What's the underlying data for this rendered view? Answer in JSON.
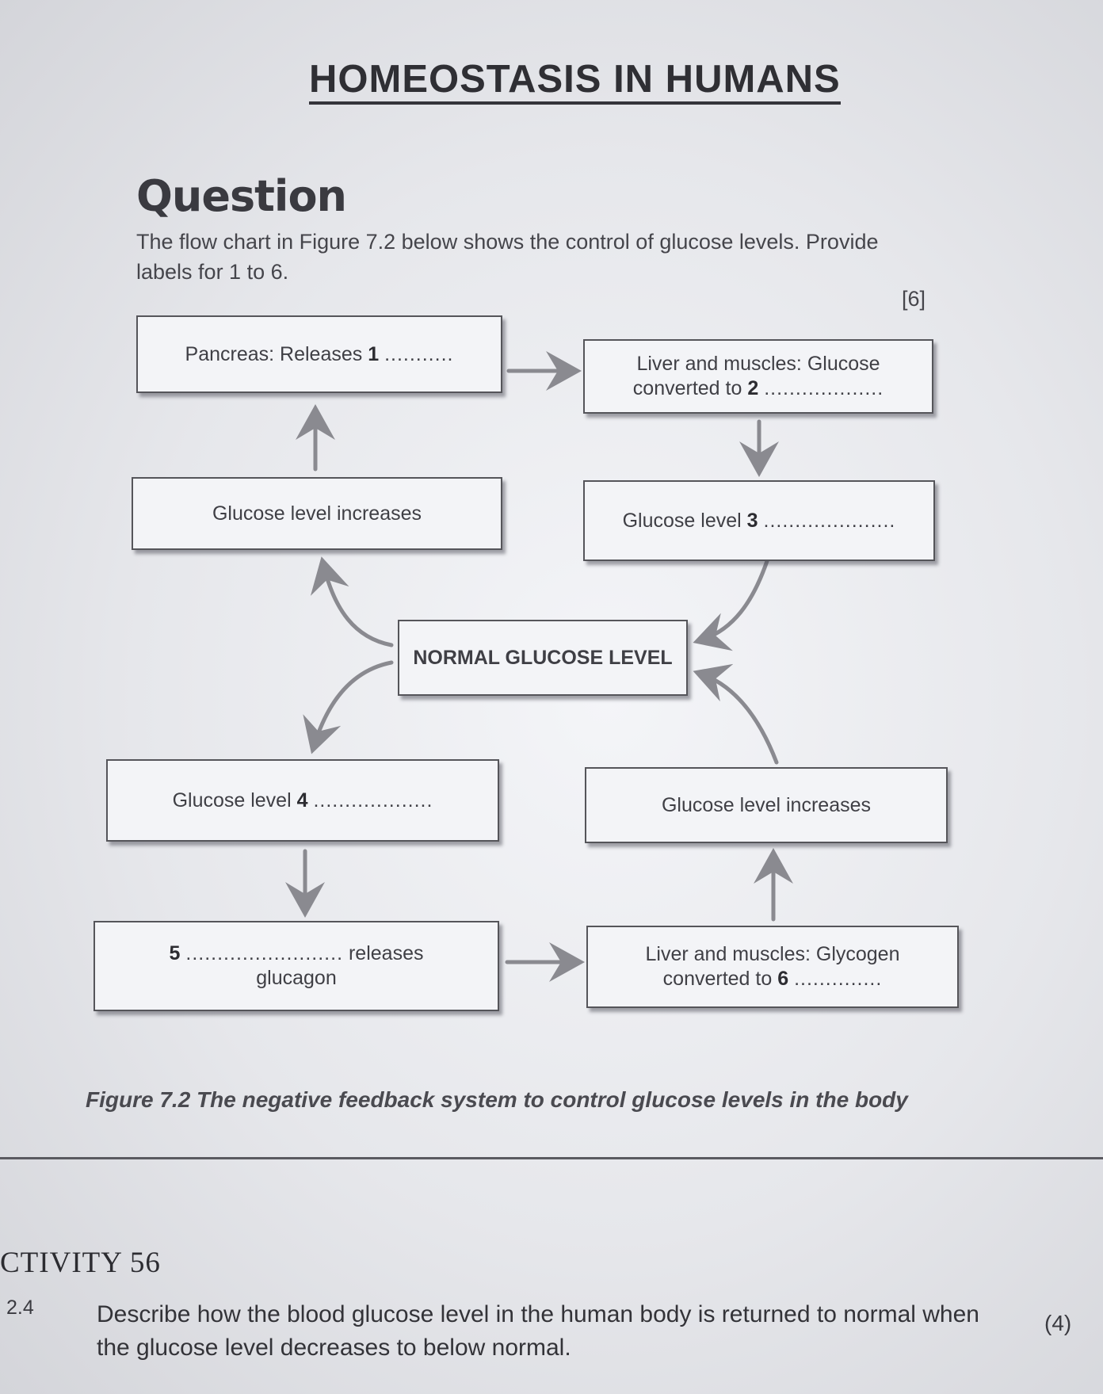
{
  "page": {
    "title": "HOMEOSTASIS IN HUMANS",
    "question_heading": "Question",
    "intro": "The flow chart in Figure 7.2 below shows the control of glucose levels. Provide labels for 1 to 6.",
    "marks": "[6]"
  },
  "flowchart": {
    "pancreas": {
      "text": "Pancreas: Releases",
      "num": "1",
      "blank": "..........."
    },
    "liver_top": {
      "line1": "Liver and muscles: Glucose",
      "text": "converted to",
      "num": "2",
      "blank": "..................."
    },
    "increase_left": "Glucose level increases",
    "level3": {
      "text": "Glucose level",
      "num": "3",
      "blank": "....................."
    },
    "normal": "NORMAL GLUCOSE LEVEL",
    "level4": {
      "text": "Glucose level",
      "num": "4",
      "blank": "..................."
    },
    "increase_right": "Glucose level increases",
    "box5": {
      "num": "5",
      "blank": ".........................",
      "text": "releases",
      "line2": "glucagon"
    },
    "liver_bottom": {
      "line1": "Liver and muscles: Glycogen",
      "text": "converted to",
      "num": "6",
      "blank": ".............."
    }
  },
  "caption": "Figure 7.2 The negative feedback system to control glucose levels in the body",
  "activity": {
    "heading": "CTIVITY 56",
    "number": "2.4",
    "text": "Describe how the blood glucose level in the human body is returned to normal when the glucose level decreases to below normal.",
    "marks": "(4)"
  }
}
